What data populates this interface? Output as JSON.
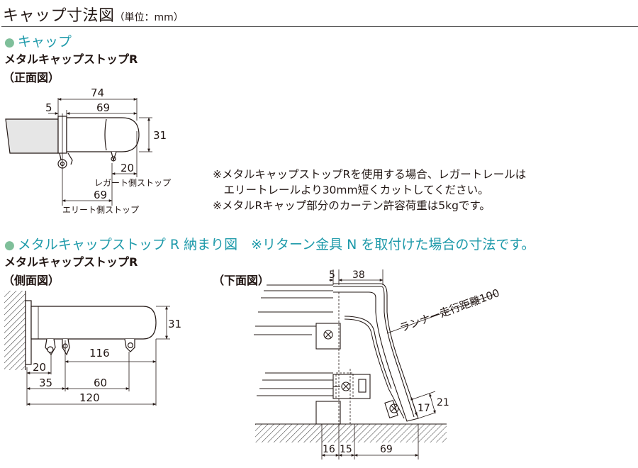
{
  "header": {
    "title": "キャップ寸法図",
    "unit": "（単位：mm）"
  },
  "section1": {
    "heading": "キャップ",
    "product": "メタルキャップストップR",
    "view": "（正面図）",
    "dims": {
      "d74": "74",
      "d5": "5",
      "d69": "69",
      "d31": "31",
      "d20": "20",
      "d69b": "69"
    },
    "labels": {
      "regatto": "レガート側ストップ",
      "elite": "エリート側ストップ"
    },
    "notes": [
      "※メタルキャップストップRを使用する場合、レガートレールは",
      "　エリートレールより30mm短くカットしてください。",
      "※メタルRキャップ部分のカーテン許容荷重は5kgです。"
    ]
  },
  "section2": {
    "heading": "メタルキャップストップ R 納まり図　※リターン金具 N を取付けた場合の寸法です。",
    "product": "メタルキャップストップR",
    "side_view": "（側面図）",
    "bottom_view": "（下面図）",
    "side_dims": {
      "d31": "31",
      "d116": "116",
      "d20": "20",
      "d35": "35",
      "d60": "60",
      "d120": "120"
    },
    "bottom_dims": {
      "d5": "5",
      "d38": "38",
      "runner": "ランナー走行距離100",
      "d17": "17",
      "d21": "21",
      "d16": "16",
      "d15": "15",
      "d69": "69"
    }
  }
}
